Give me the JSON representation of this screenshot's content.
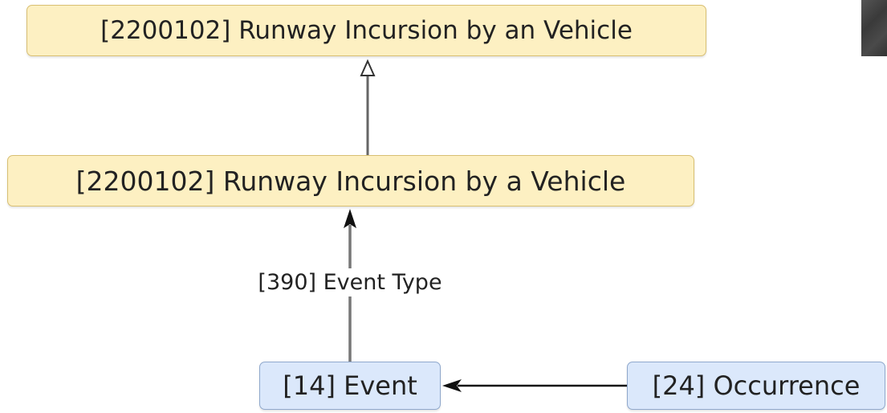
{
  "nodes": {
    "top": {
      "label": "[2200102] Runway Incursion by an Vehicle"
    },
    "middle": {
      "label": "[2200102] Runway Incursion by a Vehicle"
    },
    "event": {
      "label": "[14] Event"
    },
    "occurrence": {
      "label": "[24] Occurrence"
    }
  },
  "edges": {
    "middle_to_top": {
      "type": "generalization"
    },
    "event_to_middle": {
      "type": "association",
      "label": "[390] Event Type"
    },
    "occurrence_to_event": {
      "type": "association"
    }
  },
  "colors": {
    "class_fill": "#fdf0c2",
    "class_border": "#d8bf72",
    "entity_fill": "#dbe8fb",
    "entity_border": "#8fa8cc",
    "edge_generalization": "#666666",
    "edge_association": "#111111"
  }
}
